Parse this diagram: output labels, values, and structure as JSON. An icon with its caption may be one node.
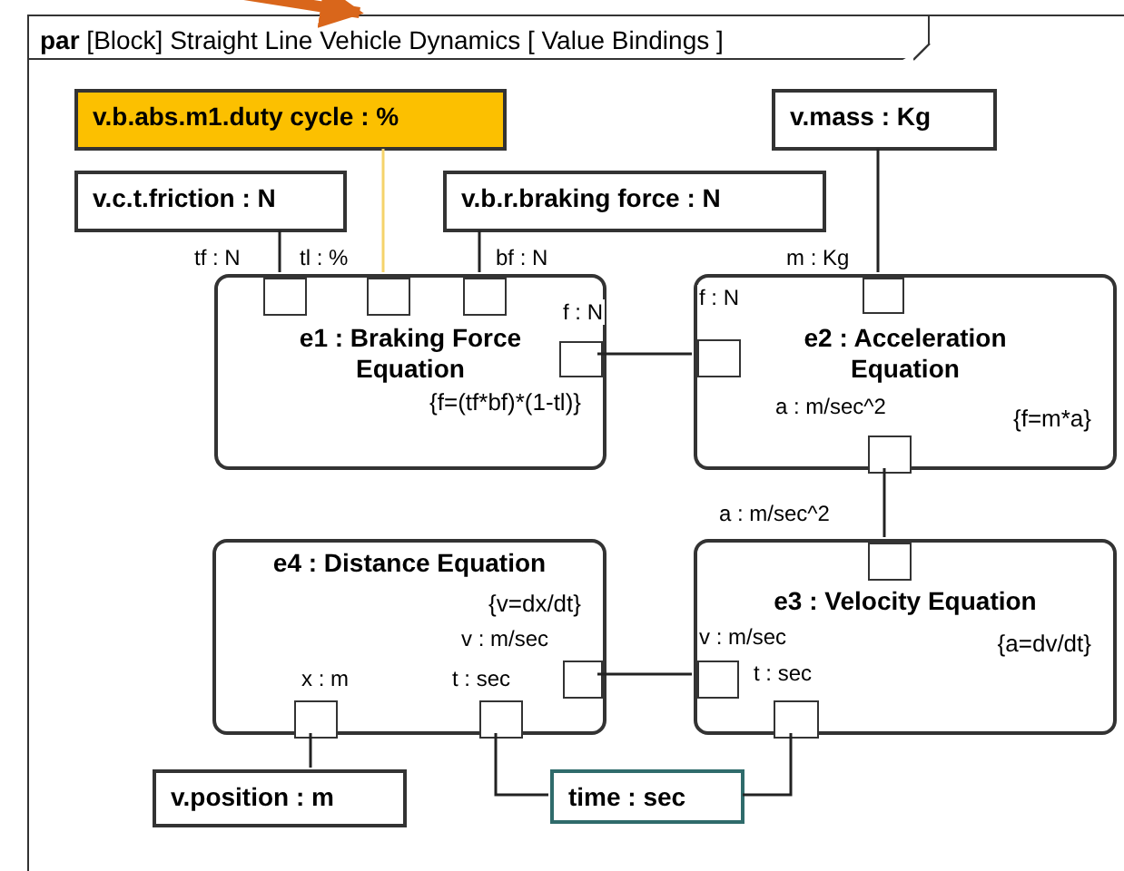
{
  "diagram": {
    "nodes": [
      {
        "text": [
          "**par** [Block] Straight Line Vehicle Dynamics [ Value Bindings ]"
        ]
      },
      {
        "text": [
          "v.b.abs.m1.duty cycle : %"
        ],
        "in": 0
      },
      {
        "text": [
          "v.mass : Kg"
        ],
        "in": 0
      },
      {
        "text": [
          "v.c.t.friction : N"
        ],
        "in": 0
      },
      {
        "text": [
          "v.b.r.braking force : N"
        ],
        "in": 0
      },
      {
        "text": [
          "e1 : Braking Force Equation",
          "{f=(tf*bf)*(1-tl)}"
        ],
        "in": 0
      },
      {
        "text": [],
        "shape": "box",
        "in": 5,
        "beside": [
          "tf : N"
        ]
      },
      {
        "text": [],
        "shape": "box",
        "in": 5,
        "beside": [
          "tl : %"
        ]
      },
      {
        "text": [],
        "shape": "box",
        "in": 5,
        "beside": [
          "bf : N"
        ]
      },
      {
        "text": [],
        "shape": "box",
        "in": 5,
        "beside": [
          "f : N"
        ]
      },
      {
        "text": [
          "e2 : Acceleration Equation",
          "{f=m*a}"
        ],
        "in": 0
      },
      {
        "text": [],
        "shape": "box",
        "in": 10,
        "beside": [
          "m : Kg"
        ]
      },
      {
        "text": [],
        "shape": "box",
        "in": 10,
        "beside": [
          "f : N"
        ]
      },
      {
        "text": [],
        "shape": "box",
        "in": 10,
        "beside": [
          "a : m/sec^2"
        ]
      },
      {
        "text": [
          "e4 : Distance Equation",
          "{v=dx/dt}"
        ],
        "in": 0
      },
      {
        "text": [],
        "shape": "box",
        "in": 14,
        "beside": [
          "v : m/sec"
        ]
      },
      {
        "text": [],
        "shape": "box",
        "in": 14,
        "beside": [
          "x : m"
        ]
      },
      {
        "text": [],
        "shape": "box",
        "in": 14,
        "beside": [
          "t : sec"
        ]
      },
      {
        "text": [
          "e3 : Velocity Equation",
          "{a=dv/dt}"
        ],
        "in": 0
      },
      {
        "text": [],
        "shape": "box",
        "in": 18,
        "beside": [
          "a : m/sec^2"
        ]
      },
      {
        "text": [],
        "shape": "box",
        "in": 18,
        "beside": [
          "v : m/sec"
        ]
      },
      {
        "text": [],
        "shape": "box",
        "in": 18,
        "beside": [
          "t : sec"
        ]
      },
      {
        "text": [
          "v.position : m"
        ],
        "in": 0
      },
      {
        "text": [
          "time : sec"
        ],
        "in": 0
      }
    ],
    "edges": [
      {
        "from": null,
        "to": 0,
        "arrow": "to",
        "style": "thick",
        "color": "#d9661b"
      },
      {
        "from": 3,
        "to": 6,
        "arrow": "none"
      },
      {
        "from": 1,
        "to": 7,
        "arrow": "none",
        "color": "#f5d36a"
      },
      {
        "from": 4,
        "to": 8,
        "arrow": "none"
      },
      {
        "from": 2,
        "to": 11,
        "arrow": "none"
      },
      {
        "from": 9,
        "to": 12,
        "arrow": "none"
      },
      {
        "from": 13,
        "to": 19,
        "arrow": "none"
      },
      {
        "from": 15,
        "to": 20,
        "arrow": "none"
      },
      {
        "from": 16,
        "to": 22,
        "arrow": "none"
      },
      {
        "from": 17,
        "to": 23,
        "arrow": "none"
      },
      {
        "from": 21,
        "to": 23,
        "arrow": "none"
      }
    ]
  }
}
